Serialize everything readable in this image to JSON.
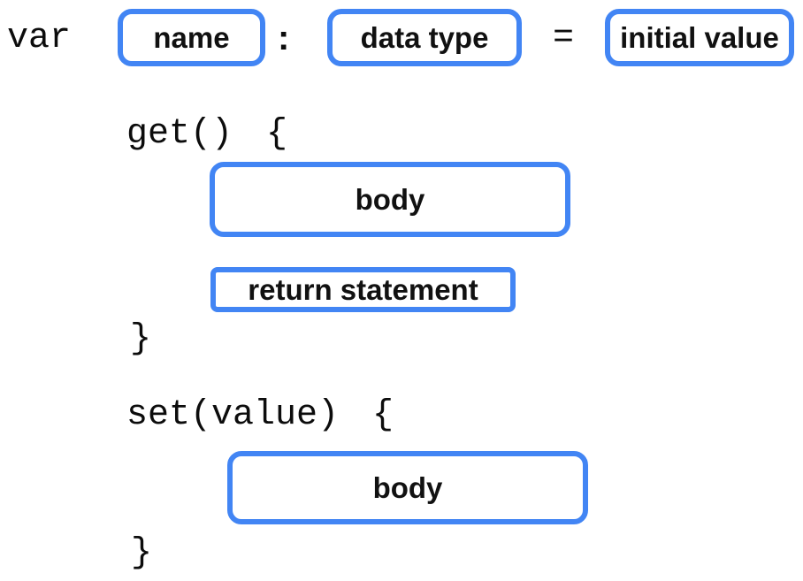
{
  "diagram": {
    "description": "Syntax diagram of a variable declaration with getter and setter",
    "accent_color": "#4285F4",
    "text_color": "#111111",
    "background_color": "#ffffff"
  },
  "declaration": {
    "keyword": "var",
    "colon": ":",
    "equals": "=",
    "name_placeholder": "name",
    "data_type_placeholder": "data type",
    "initial_value_placeholder": "initial value"
  },
  "getter": {
    "open": "get() {",
    "body_label": "body",
    "return_label": "return statement",
    "close": "}"
  },
  "setter": {
    "open": "set(value) {",
    "body_label": "body",
    "close": "}"
  }
}
